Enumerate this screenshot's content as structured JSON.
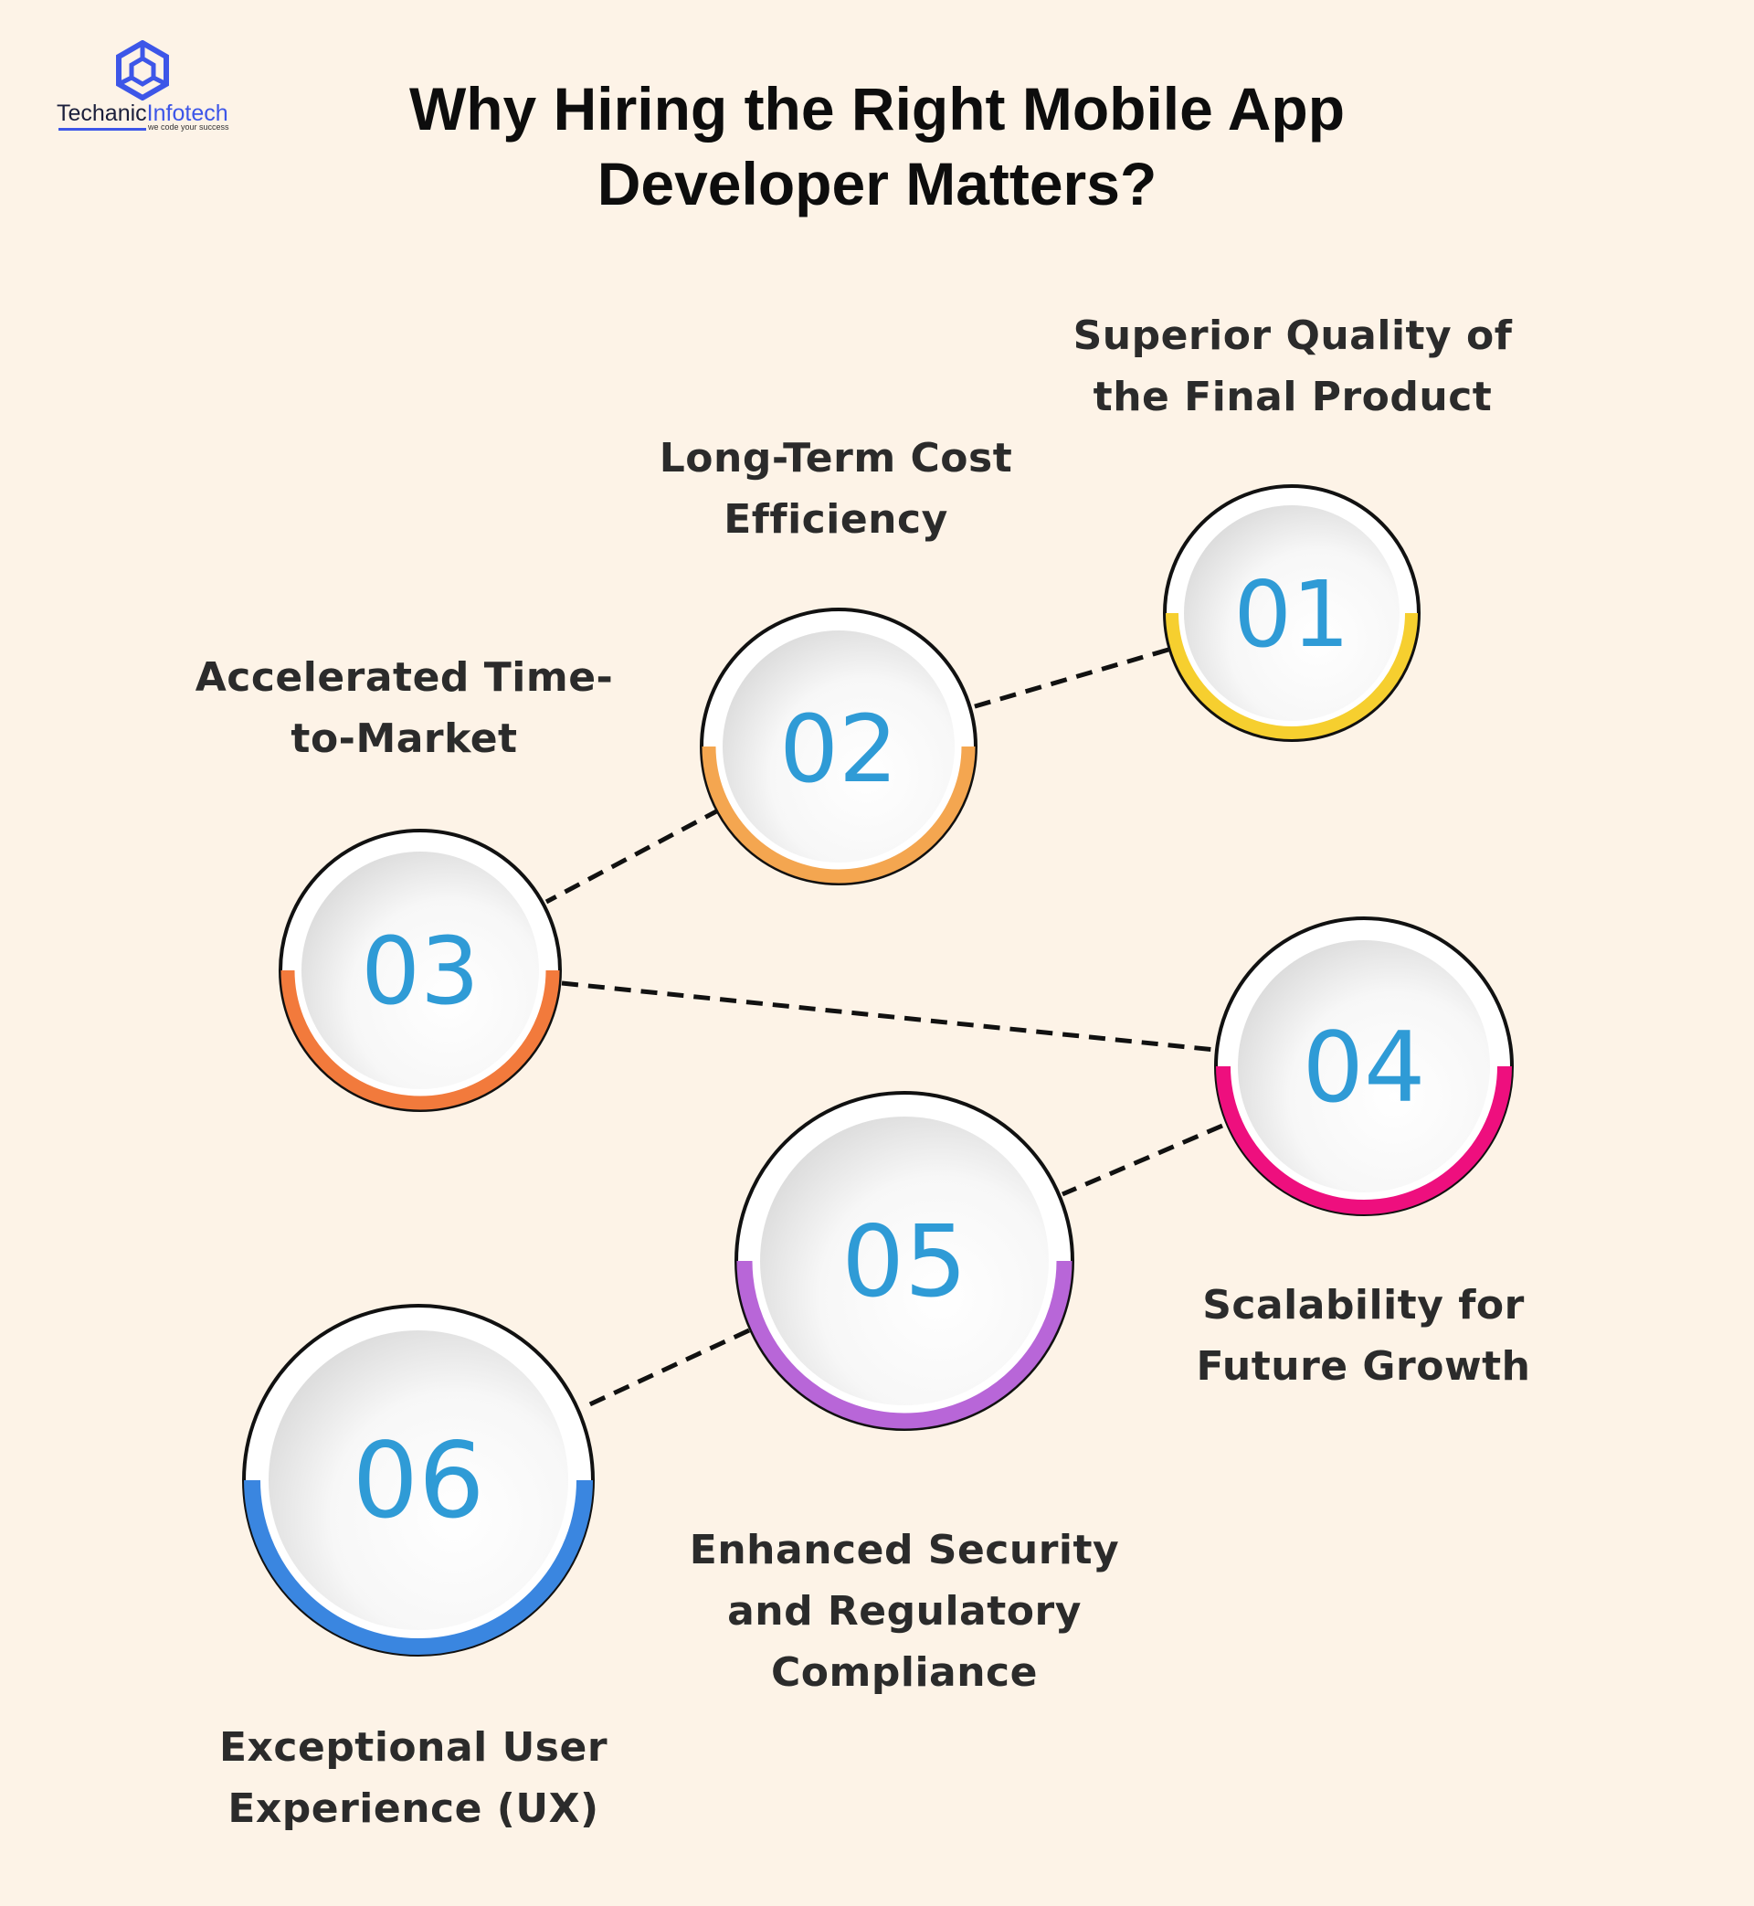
{
  "brand": {
    "name_part1": "Techanic",
    "name_part2": "Infotech",
    "tagline": "we code your success"
  },
  "title": {
    "line1": "Why Hiring the Right Mobile App",
    "line2": "Developer Matters?"
  },
  "colors": {
    "background": "#fdf3e7",
    "number": "#2f9bd6",
    "step1": "#f6cf2f",
    "step2": "#f4a650",
    "step3": "#f27a3c",
    "step4": "#ee0f7e",
    "step5": "#b866d8",
    "step6": "#3a86e0"
  },
  "steps": [
    {
      "number": "01",
      "label": "Superior Quality of the Final Product",
      "color": "#f6cf2f"
    },
    {
      "number": "02",
      "label": "Long-Term Cost Efficiency",
      "color": "#f4a650"
    },
    {
      "number": "03",
      "label": "Accelerated Time-to-Market",
      "color": "#f27a3c"
    },
    {
      "number": "04",
      "label": "Scalability for Future Growth",
      "color": "#ee0f7e"
    },
    {
      "number": "05",
      "label": "Enhanced Security and Regulatory Compliance",
      "color": "#b866d8"
    },
    {
      "number": "06",
      "label": "Exceptional User Experience (UX)",
      "color": "#3a86e0"
    }
  ],
  "labels": {
    "step1": [
      "Superior Quality of",
      "the Final Product"
    ],
    "step2": [
      "Long-Term Cost",
      "Efficiency"
    ],
    "step3": [
      "Accelerated Time-",
      "to-Market"
    ],
    "step4": [
      "Scalability for",
      "Future Growth"
    ],
    "step5": [
      "Enhanced Security",
      "and Regulatory",
      "Compliance"
    ],
    "step6": [
      "Exceptional User",
      "Experience (UX)"
    ]
  }
}
